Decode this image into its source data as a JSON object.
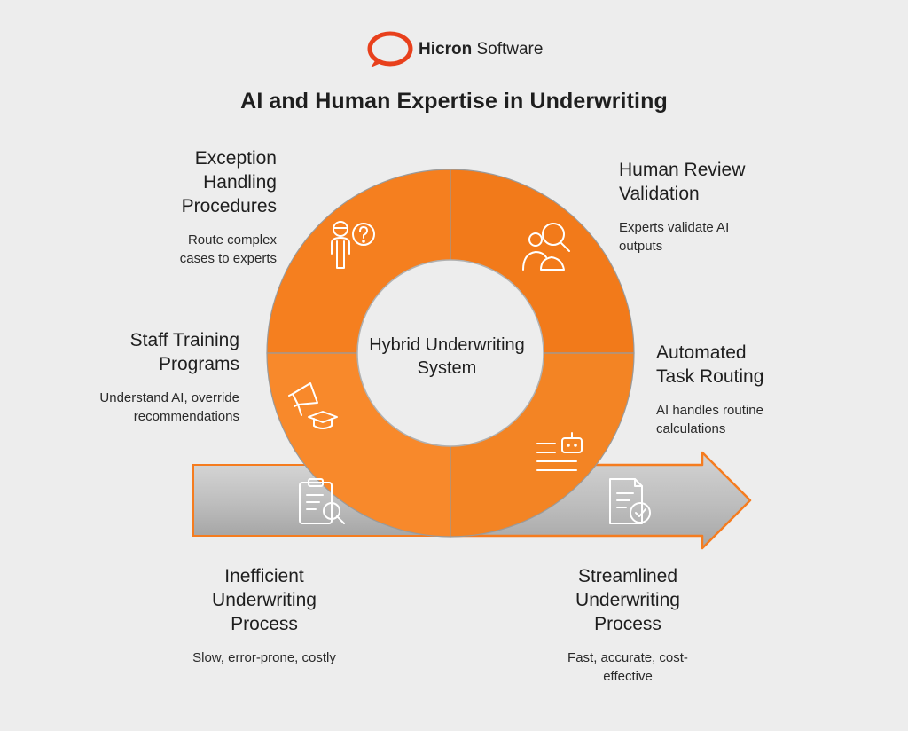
{
  "brand": {
    "name_bold": "Hicron",
    "name_regular": "Software",
    "accent": "#f57c1f",
    "accent_dark": "#e8650a",
    "arrow_gray": "#b5b5b5"
  },
  "title": "AI and Human Expertise in Underwriting",
  "center_label": "Hybrid Underwriting System",
  "segments": {
    "exception": {
      "title": "Exception Handling Procedures",
      "desc": "Route complex cases to experts",
      "icon": "person-question-icon"
    },
    "human_review": {
      "title": "Human Review Validation",
      "desc": "Experts validate AI outputs",
      "icon": "people-search-icon"
    },
    "training": {
      "title": "Staff Training Programs",
      "desc": "Understand AI, override recommendations",
      "icon": "megaphone-graduation-icon"
    },
    "routing": {
      "title": "Automated Task Routing",
      "desc": "AI handles routine calculations",
      "icon": "robot-list-icon"
    }
  },
  "process": {
    "inefficient": {
      "title": "Inefficient Underwriting Process",
      "desc": "Slow, error-prone, costly",
      "icon": "clipboard-search-icon"
    },
    "streamlined": {
      "title": "Streamlined Underwriting Process",
      "desc": "Fast, accurate, cost-effective",
      "icon": "document-check-icon"
    }
  }
}
